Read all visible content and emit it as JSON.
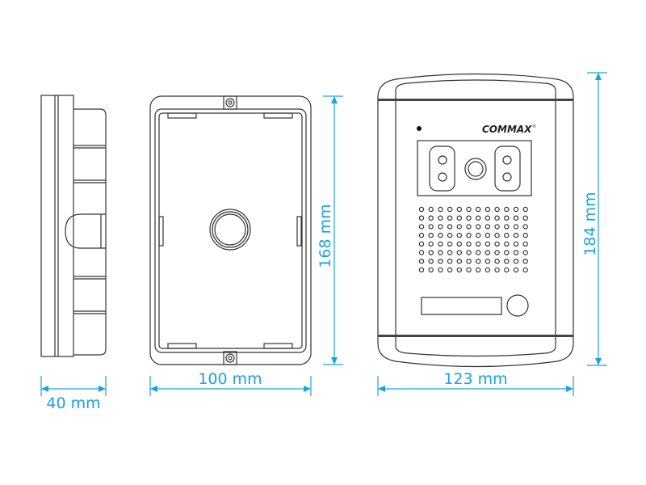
{
  "brand": {
    "logo_text": "COMMAX"
  },
  "dimensions": {
    "side_depth": "40 mm",
    "box_width": "100 mm",
    "box_height": "168 mm",
    "panel_width": "123 mm",
    "panel_height": "184 mm"
  },
  "colors": {
    "dimension": "#1aa3dc",
    "outline": "#333333"
  },
  "speaker_grid": {
    "columns": 12,
    "rows": 8
  }
}
